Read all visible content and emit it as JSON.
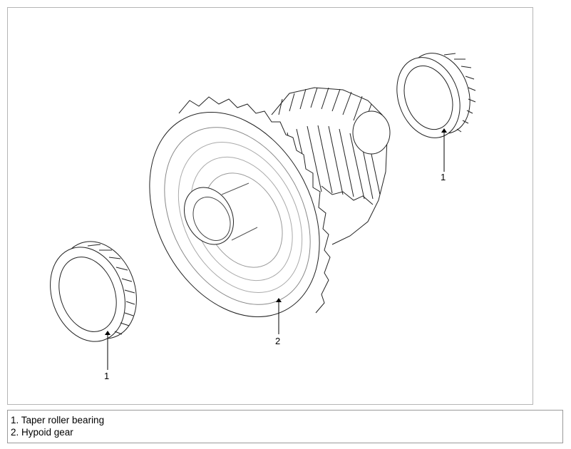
{
  "callouts": {
    "bearing_right": "1",
    "bearing_left": "1",
    "hypoid_gear": "2"
  },
  "legend": {
    "items": [
      "1. Taper roller bearing",
      "2. Hypoid gear"
    ]
  }
}
